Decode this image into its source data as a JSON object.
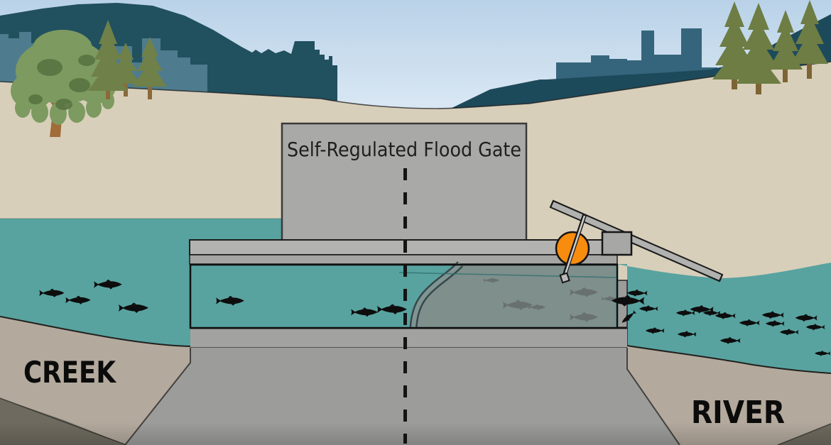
{
  "title": "Self-Regulated Flood Gate",
  "labels": {
    "creek": "CREEK",
    "river": "RIVER"
  },
  "colors": {
    "sky_top": "#b9d2e8",
    "sky_bottom": "#eef4f9",
    "mountain_dark": "#21505f",
    "city_light": "#4e7c8e",
    "city_medium": "#35657c",
    "hill_dark": "#1d4a5b",
    "land": "#d8cfba",
    "water": "#58a3a0",
    "bank": "#b3a99d",
    "bank_dark": "#6e6a5f",
    "concrete": "#a9a9a7",
    "concrete_light": "#b2b2b0",
    "concrete_dark": "#9c9c9a",
    "gate_panel": "#7e8f8c",
    "gate_band": "#7e9693",
    "float_orange": "#f78c0e",
    "outline": "#1d1d1d",
    "fish_black": "#0d0d0d",
    "fish_gray": "#676e6d"
  },
  "fish_groups": [
    {
      "container": "fish-creek",
      "color": "fish_black",
      "dir": 1,
      "fish": [
        [
          73,
          413,
          0.8
        ],
        [
          110,
          423,
          0.8
        ],
        [
          152,
          401,
          0.9
        ],
        [
          188,
          434,
          0.95
        ]
      ]
    },
    {
      "container": "fish-culvert",
      "color": "fish_black",
      "dir": 1,
      "fish": [
        [
          324,
          424,
          0.9
        ],
        [
          513,
          440,
          0.85
        ],
        [
          552,
          436,
          0.95
        ]
      ]
    },
    {
      "container": "fish-behind-gate",
      "color": "fish_gray",
      "dir": 1,
      "opacity": 0.9,
      "fish": [
        [
          692,
          395,
          0.5
        ],
        [
          729,
          430,
          0.95
        ],
        [
          756,
          433,
          0.55
        ],
        [
          822,
          412,
          0.9
        ],
        [
          822,
          447,
          0.9
        ],
        [
          858,
          421,
          0.5
        ]
      ]
    },
    {
      "container": "fish-river",
      "color": "fish_black",
      "dir": -1,
      "fish": [
        [
          884,
          424,
          1.05
        ],
        [
          897,
          413,
          0.65
        ],
        [
          913,
          435,
          0.6
        ],
        [
          885,
          447,
          0.55,
          -40
        ],
        [
          965,
          441,
          0.6
        ],
        [
          988,
          436,
          0.75
        ],
        [
          1002,
          441,
          0.55
        ],
        [
          1021,
          445,
          0.65
        ],
        [
          1055,
          455,
          0.65
        ],
        [
          1088,
          444,
          0.7
        ],
        [
          1091,
          456,
          0.6
        ],
        [
          1135,
          448,
          0.7
        ],
        [
          1148,
          461,
          0.6
        ],
        [
          1111,
          468,
          0.6
        ],
        [
          922,
          466,
          0.6
        ],
        [
          967,
          471,
          0.6
        ],
        [
          1028,
          480,
          0.65
        ],
        [
          1158,
          498,
          0.5
        ]
      ]
    }
  ]
}
